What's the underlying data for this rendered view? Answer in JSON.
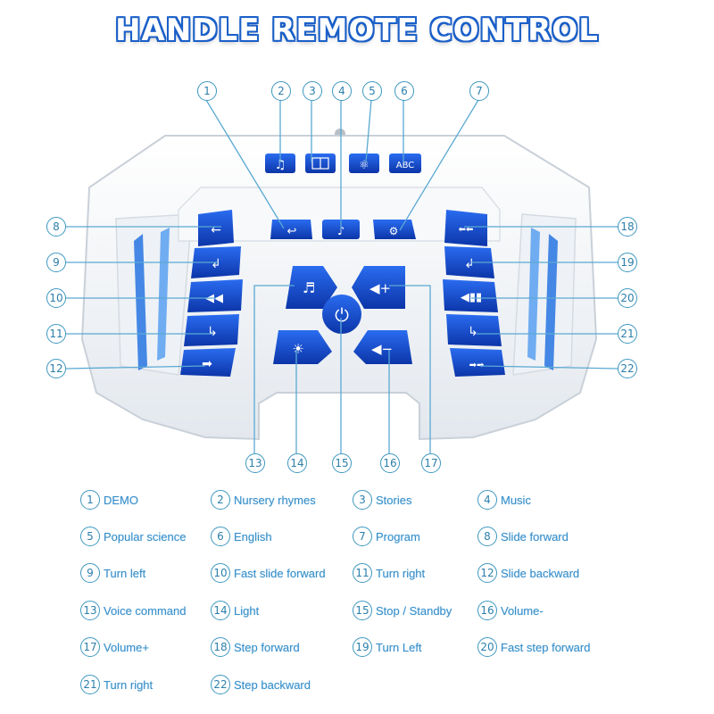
{
  "title": "HANDLE REMOTE CONTROL",
  "buttons": [
    {
      "num": "1",
      "label": "DEMO"
    },
    {
      "num": "2",
      "label": "Nursery rhymes"
    },
    {
      "num": "3",
      "label": "Stories"
    },
    {
      "num": "4",
      "label": "Music"
    },
    {
      "num": "5",
      "label": "Popular science"
    },
    {
      "num": "6",
      "label": "English"
    },
    {
      "num": "7",
      "label": "Program"
    },
    {
      "num": "8",
      "label": "Slide forward"
    },
    {
      "num": "9",
      "label": "Turn left"
    },
    {
      "num": "10",
      "label": "Fast slide forward"
    },
    {
      "num": "11",
      "label": "Turn right"
    },
    {
      "num": "12",
      "label": "Slide backward"
    },
    {
      "num": "13",
      "label": "Voice command"
    },
    {
      "num": "14",
      "label": "Light"
    },
    {
      "num": "15",
      "label": "Stop / Standby"
    },
    {
      "num": "16",
      "label": "Volume-"
    },
    {
      "num": "17",
      "label": "Volume+"
    },
    {
      "num": "18",
      "label": "Step forward"
    },
    {
      "num": "19",
      "label": "Turn Left"
    },
    {
      "num": "20",
      "label": "Fast step forward"
    },
    {
      "num": "21",
      "label": "Turn right"
    },
    {
      "num": "22",
      "label": "Step backward"
    }
  ],
  "key_glyphs": {
    "english": "ABC",
    "volume_up": "◀+",
    "volume_down": "◀−"
  },
  "colors": {
    "button_blue": "#1446c8",
    "accent_blue": "#1a5fc8",
    "callout_line": "#3d97c0",
    "body_white": "#f4f6f8"
  }
}
